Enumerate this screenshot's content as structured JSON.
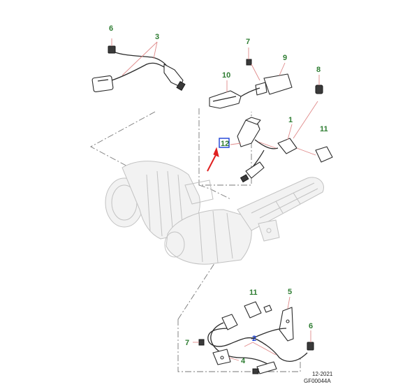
{
  "callouts": {
    "c1": "1",
    "c2": "2",
    "c3": "3",
    "c4": "4",
    "c5": "5",
    "c6a": "6",
    "c6b": "6",
    "c7a": "7",
    "c7b": "7",
    "c8": "8",
    "c9": "9",
    "c10": "10",
    "c11a": "11",
    "c11b": "11",
    "c12": "12"
  },
  "footer": {
    "date": "12-2021",
    "code": "GF00044A"
  },
  "colors": {
    "callout_green": "#2e7d32",
    "callout_blue": "#1a3fd6",
    "highlight_box": "#1a3fd6",
    "pointer_arrow": "#e02020"
  }
}
